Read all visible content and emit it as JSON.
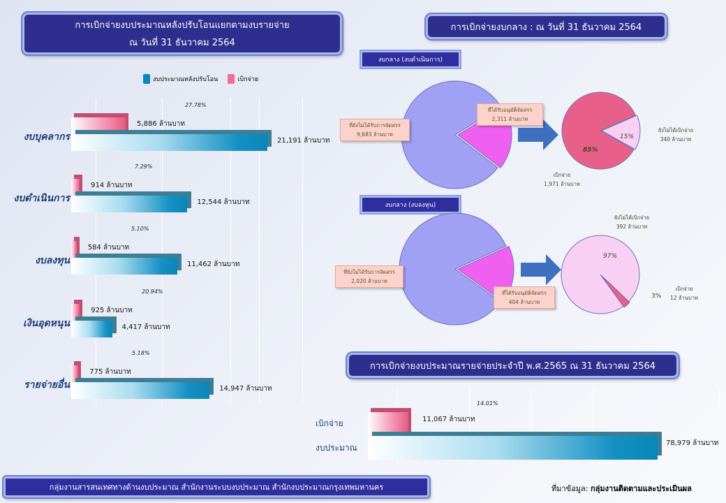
{
  "left_title": {
    "line1": "การเบิกจ่ายงบประมาณหลังปรับโอนแยกตามงบรายจ่าย",
    "line2": "ณ วันที่ 31 ธันวาคม 2564"
  },
  "legend": {
    "budget": "งบประมาณหลังปรับโอน",
    "spent": "เบิกจ่าย"
  },
  "right_title": "การเบิกจ่ายงบกลาง : ณ วันที่ 31 ธันวาคม 2564",
  "bottom_title": "การเบิกจ่ายงบประมาณรายจ่ายประจำปี พ.ศ.2565  ณ 31 ธันวาคม 2564",
  "footer_left": "กลุ่มงานสารสนเทศทางด้านงบประมาณ สำนักงานระบบงบประมาณ สำนักงบประมาณกรุงเทพมหานคร",
  "footer_source_label": "ที่มาข้อมูล:",
  "footer_source": "กลุ่มงานติดตามและประเมินผล",
  "colors": {
    "title_bg": "#2e2e8e",
    "spent": "#e75a86",
    "budget": "#0a86b8",
    "pie_unalloc": "#a0a0f5",
    "pie_alloc": "#f060f0",
    "pie_spent": "#e8608a",
    "pie_remain": "#f8d0f4"
  },
  "chart_data": [
    {
      "type": "bar",
      "title": "การเบิกจ่ายงบประมาณหลังปรับโอนแยกตามงบรายจ่าย ณ วันที่ 31 ธันวาคม 2564",
      "unit": "ล้านบาท",
      "categories": [
        "งบบุคลากร",
        "งบดำเนินการ",
        "งบลงทุน",
        "เงินอุดหนุน",
        "รายจ่ายอื่น"
      ],
      "series": [
        {
          "name": "เบิกจ่าย",
          "values": [
            5886,
            914,
            584,
            925,
            775
          ],
          "labels": [
            "5,886",
            "914",
            "584",
            "925",
            "775"
          ]
        },
        {
          "name": "งบประมาณหลังปรับโอน",
          "values": [
            21191,
            12544,
            11462,
            4417,
            14947
          ],
          "labels": [
            "21,191",
            "12,544",
            "11,462",
            "4,417",
            "14,947"
          ]
        }
      ],
      "percent_labels": [
        "27.78%",
        "7.29%",
        "5.10%",
        "20.94%",
        "5.18%"
      ]
    },
    {
      "type": "pie",
      "title": "งบกลาง (งบดำเนินการ)",
      "slices": [
        {
          "label": "ที่ยังไม่ได้รับการจัดสรร",
          "value": 9683,
          "text": "9,683"
        },
        {
          "label": "ที่ได้รับอนุมัติจัดสรร",
          "value": 2311,
          "text": "2,311"
        }
      ]
    },
    {
      "type": "pie",
      "slices": [
        {
          "label": "เบิกจ่าย",
          "value": 1971,
          "text": "1,971",
          "pct": "85%"
        },
        {
          "label": "ยังไม่ได้เบิกจ่าย",
          "value": 340,
          "text": "340",
          "pct": "15%"
        }
      ]
    },
    {
      "type": "pie",
      "title": "งบกลาง (งบลงทุน)",
      "slices": [
        {
          "label": "ที่ยังไม่ได้รับการจัดสรร",
          "value": 2020,
          "text": "2,020"
        },
        {
          "label": "ที่ได้รับอนุมัติจัดสรร",
          "value": 404,
          "text": "404"
        }
      ]
    },
    {
      "type": "pie",
      "slices": [
        {
          "label": "ยังไม่ได้เบิกจ่าย",
          "value": 392,
          "text": "392",
          "pct": "97%"
        },
        {
          "label": "เบิกจ่าย",
          "value": 12,
          "text": "12",
          "pct": "3%"
        }
      ]
    },
    {
      "type": "bar",
      "title": "การเบิกจ่ายงบประมาณรายจ่ายประจำปี พ.ศ.2565 ณ 31 ธันวาคม 2564",
      "unit": "ล้านบาท",
      "categories": [
        "เบิกจ่าย",
        "งบประมาณ"
      ],
      "values": [
        11067,
        78979
      ],
      "labels": [
        "11,067",
        "78,979"
      ],
      "percent_label": "14.01%"
    }
  ],
  "unit": "ล้านบาท"
}
